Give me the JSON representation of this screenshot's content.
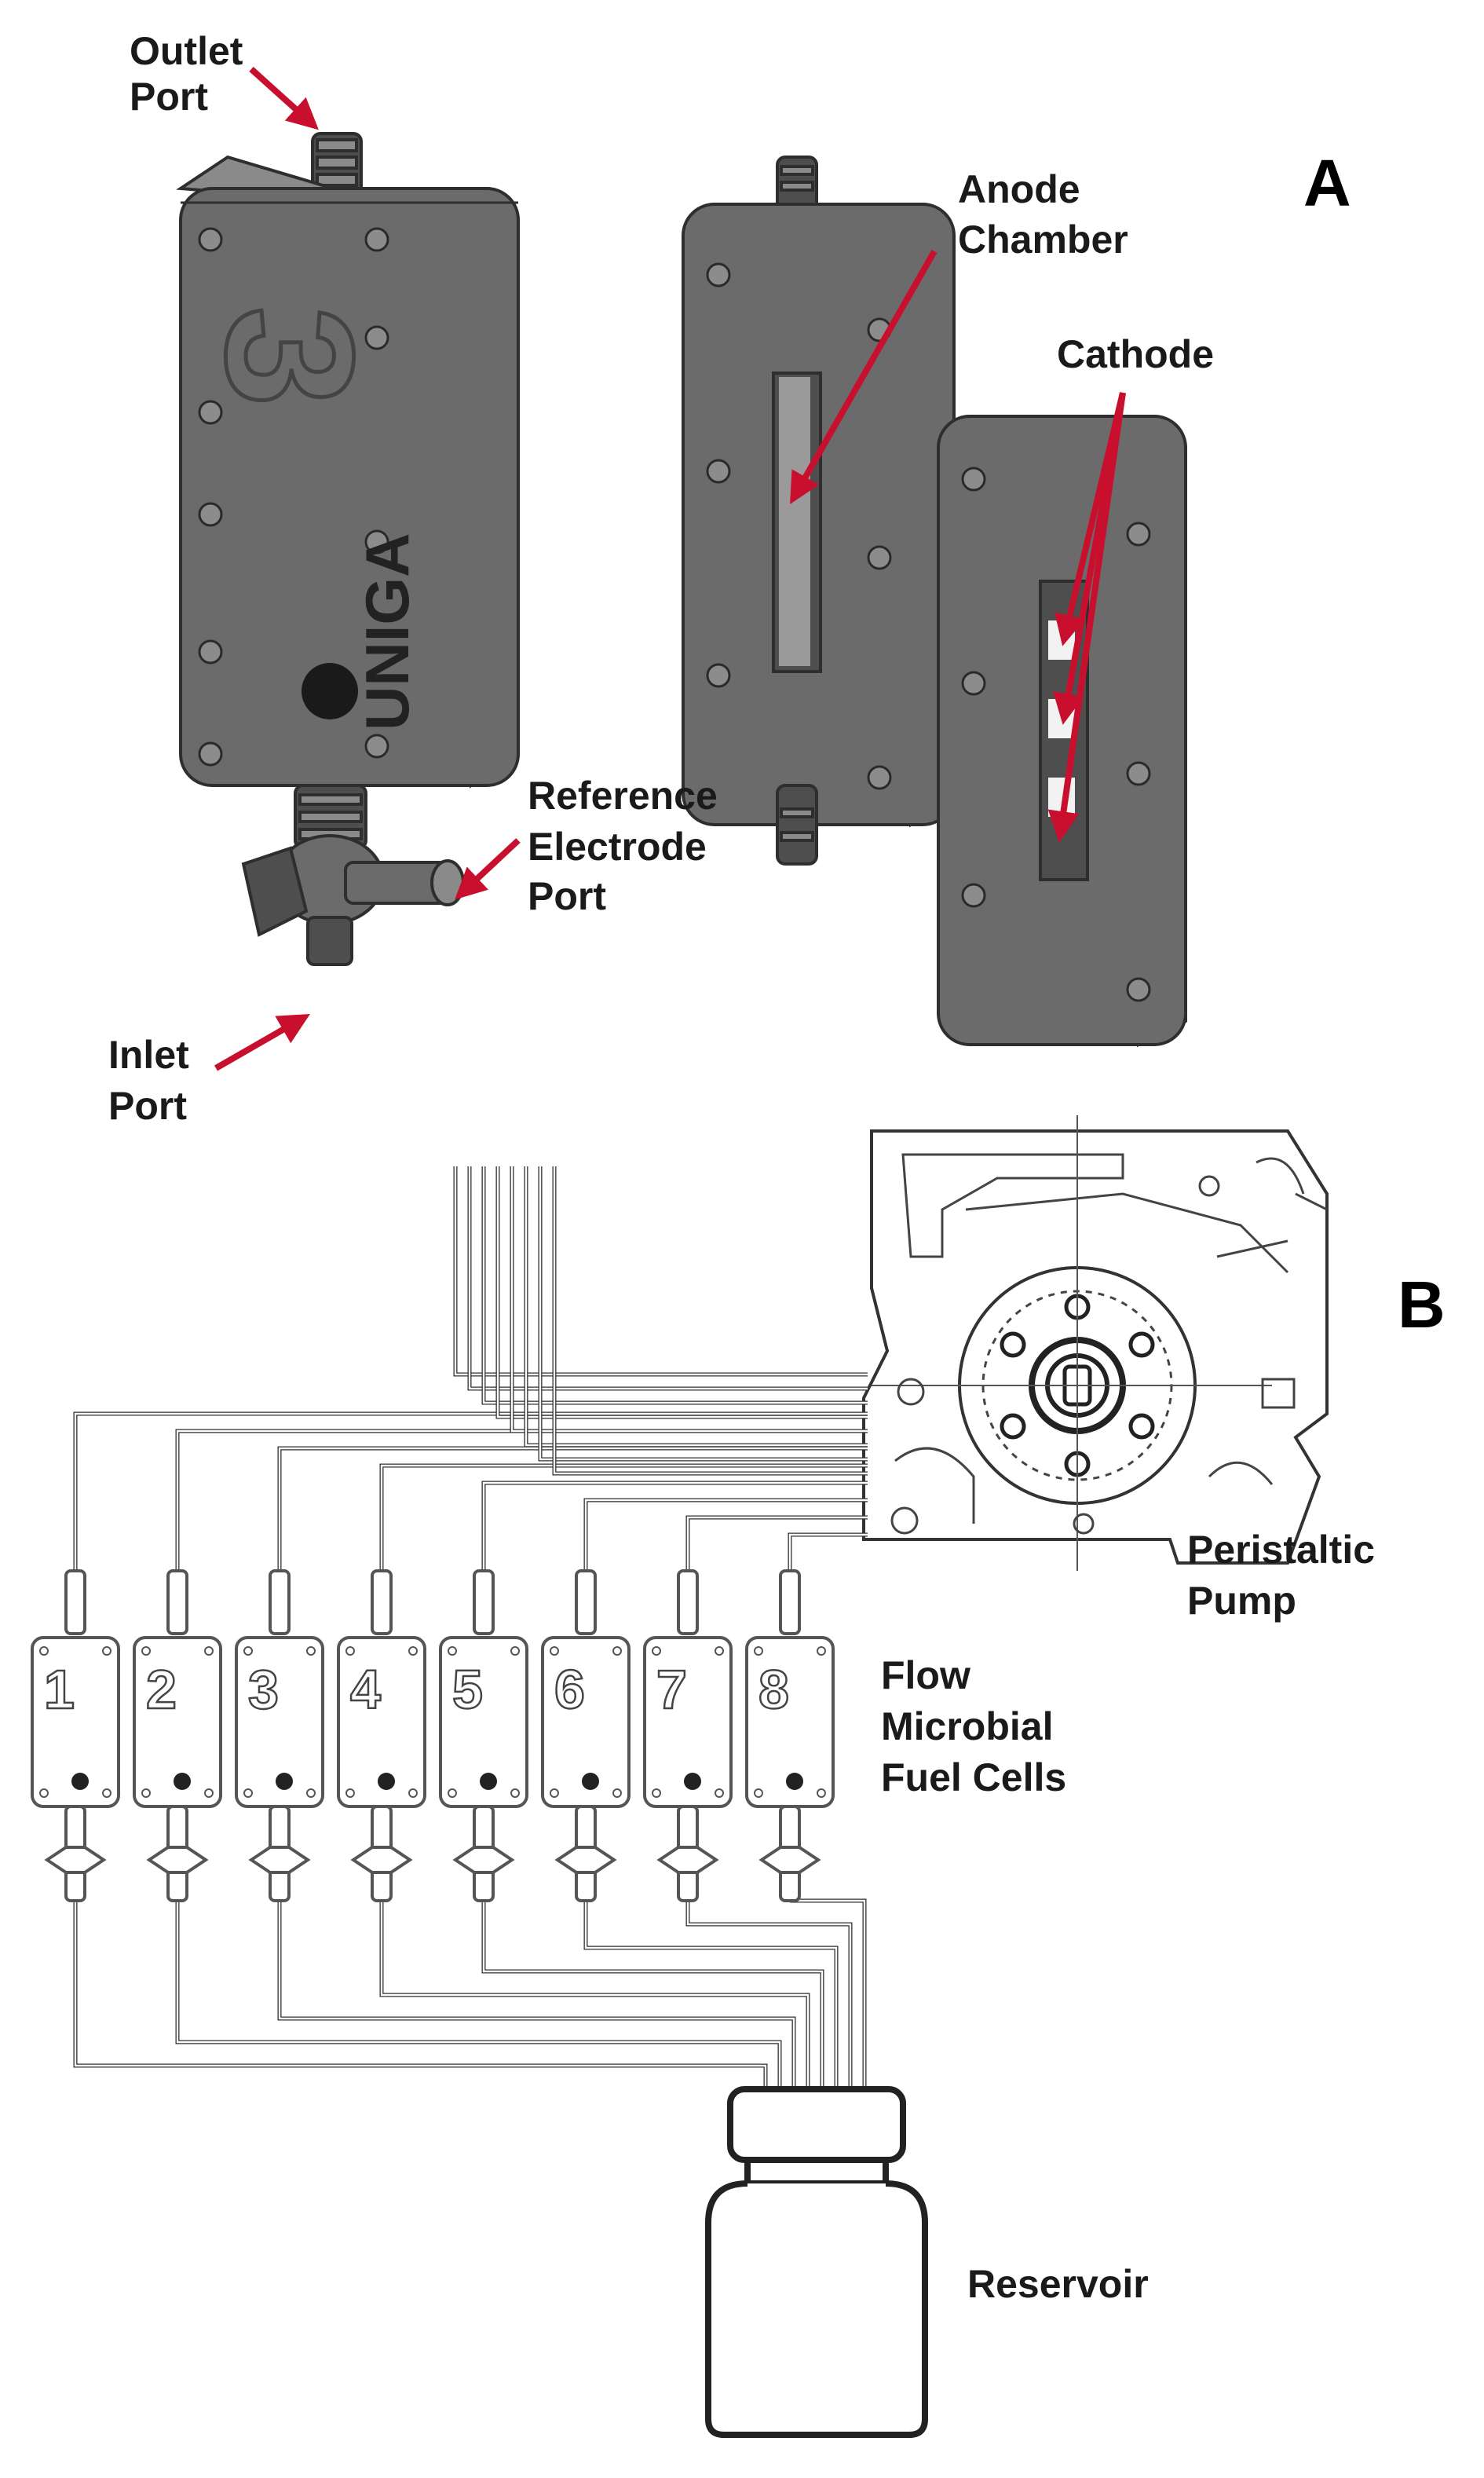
{
  "panels": {
    "a": "A",
    "b": "B"
  },
  "labels": {
    "outlet_port": [
      "Outlet",
      "Port"
    ],
    "anode_chamber": [
      "Anode",
      "Chamber"
    ],
    "cathode": [
      "Cathode"
    ],
    "reference_electrode_port": [
      "Reference",
      "Electrode",
      "Port"
    ],
    "inlet_port": [
      "Inlet",
      "Port"
    ],
    "peristaltic_pump": [
      "Peristaltic",
      "Pump"
    ],
    "flow_microbial_fuel_cells": [
      "Flow",
      "Microbial",
      "Fuel Cells"
    ],
    "reservoir": [
      "Reservoir"
    ]
  },
  "device_logo": "UNIGA",
  "device_number": "3",
  "cells": [
    "1",
    "2",
    "3",
    "4",
    "5",
    "6",
    "7",
    "8"
  ],
  "colors": {
    "arrow": "#c8102e",
    "device": "#6b6b6b",
    "line_art": "#333333"
  }
}
